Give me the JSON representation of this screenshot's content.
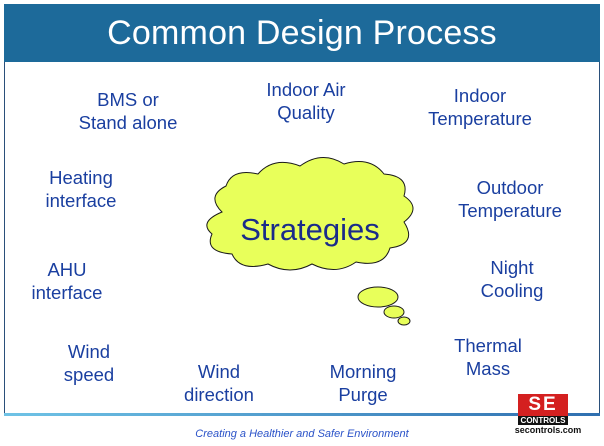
{
  "slide": {
    "title": "Common Design Process",
    "center_label": "Strategies",
    "terms": [
      {
        "id": "bms",
        "lines": [
          "BMS or",
          "Stand alone"
        ]
      },
      {
        "id": "iaq",
        "lines": [
          "Indoor Air",
          "Quality"
        ]
      },
      {
        "id": "indoor-temp",
        "lines": [
          "Indoor",
          "Temperature"
        ]
      },
      {
        "id": "heating",
        "lines": [
          "Heating",
          "interface"
        ]
      },
      {
        "id": "outdoor-temp",
        "lines": [
          "Outdoor",
          "Temperature"
        ]
      },
      {
        "id": "ahu",
        "lines": [
          "AHU",
          "interface"
        ]
      },
      {
        "id": "night-cooling",
        "lines": [
          "Night",
          "Cooling"
        ]
      },
      {
        "id": "wind-speed",
        "lines": [
          "Wind",
          "speed"
        ]
      },
      {
        "id": "wind-direction",
        "lines": [
          "Wind",
          "direction"
        ]
      },
      {
        "id": "morning-purge",
        "lines": [
          "Morning",
          "Purge"
        ]
      },
      {
        "id": "thermal-mass",
        "lines": [
          "Thermal",
          "Mass"
        ]
      }
    ],
    "footer": "Creating a Healthier and Safer Environment",
    "logo": {
      "mark": "SE",
      "word": "CONTROLS",
      "url": "secontrols.com"
    }
  },
  "colors": {
    "title_bar": "#1d6a9a",
    "term_text": "#1a3fa0",
    "cloud_fill": "#e8ff5a"
  }
}
